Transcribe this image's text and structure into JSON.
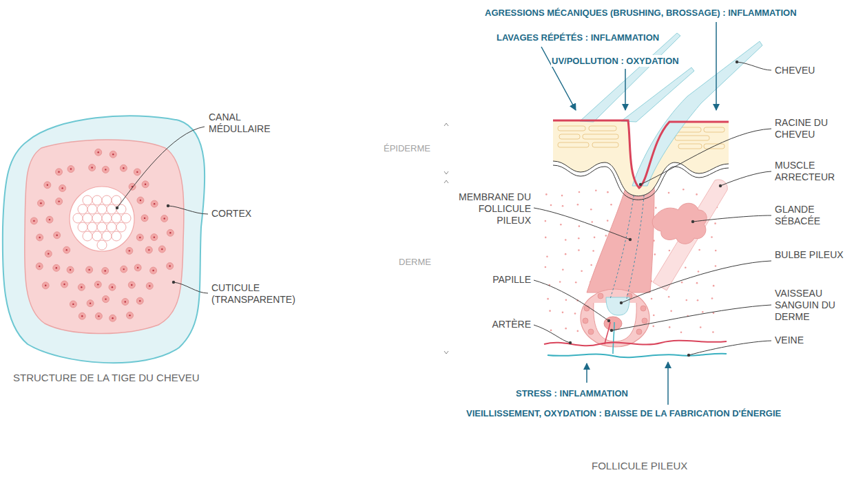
{
  "diagram": {
    "labels": [
      "AGRESSIONS MÉCANIQUES (BRUSHING, BROSSAGE) : INFLAMMATION",
      "LAVAGES RÉPÉTÉS : INFLAMMATION",
      "UV/POLLUTION : OXYDATION",
      "CANAL MÉDULLAIRE",
      "CORTEX",
      "CUTICULE (TRANSPARENTE)",
      "STRUCTURE DE LA TIGE DU CHEVEU",
      "ÉPIDERME",
      "DERME",
      "CHEVEU",
      "RACINE DU CHEVEU",
      "MUSCLE ARRECTEUR",
      "GLANDE SÉBACÉE",
      "MEMBRANE DU FOLLICULE PILEUX",
      "BULBE PILEUX",
      "PAPILLE",
      "VAISSEAU SANGUIN DU DERME",
      "ARTÈRE",
      "VEINE",
      "STRESS : INFLAMMATION",
      "VIEILLISSEMENT, OXYDATION : BAISSE DE LA FABRICATION D'ÉNERGIE",
      "FOLLICULE PILEUX"
    ]
  }
}
